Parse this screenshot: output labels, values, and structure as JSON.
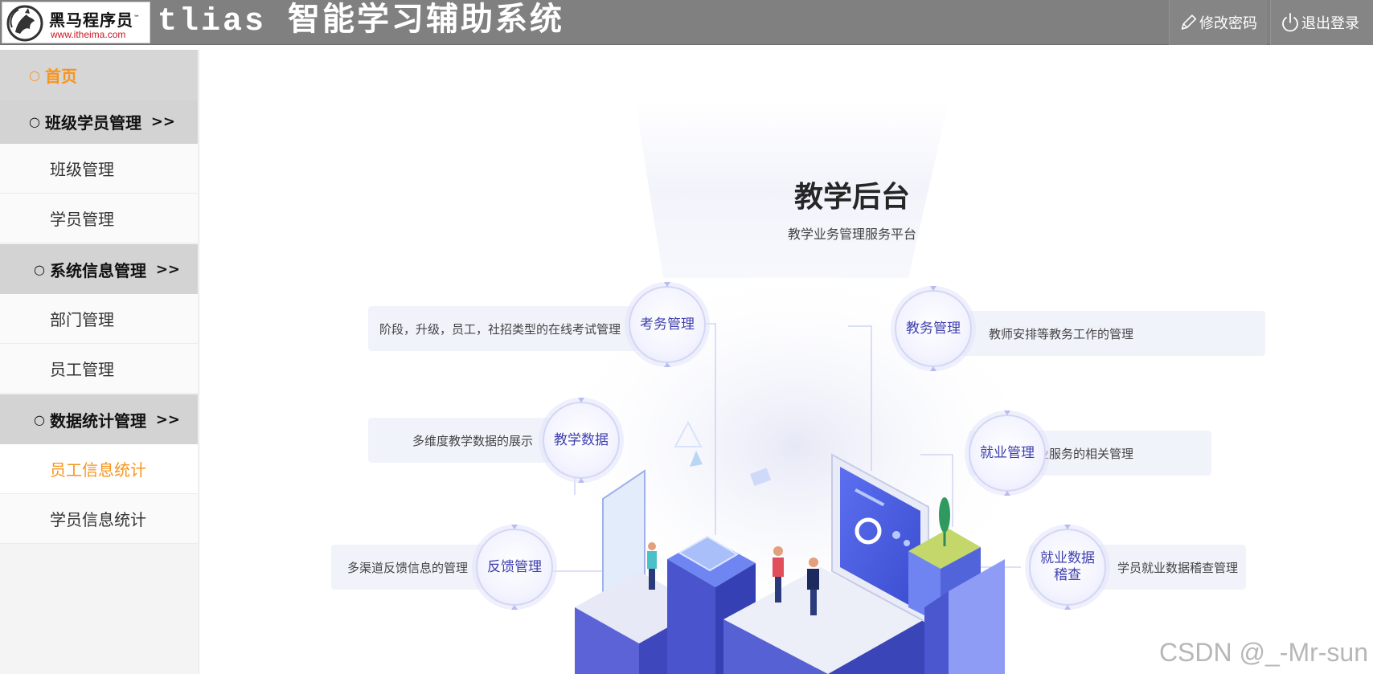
{
  "header": {
    "logo_brand": "黑马程序员",
    "logo_tm": "™",
    "logo_url": "www.itheima.com",
    "title": "tlias 智能学习辅助系统",
    "change_password": "修改密码",
    "logout": "退出登录"
  },
  "sidebar": {
    "home": "首页",
    "groups": [
      {
        "label": "班级学员管理",
        "arrow": ">>",
        "items": [
          "班级管理",
          "学员管理"
        ]
      },
      {
        "label": "系统信息管理",
        "arrow": ">>",
        "items": [
          "部门管理",
          "员工管理"
        ]
      },
      {
        "label": "数据统计管理",
        "arrow": ">>",
        "items": [
          "员工信息统计",
          "学员信息统计"
        ]
      }
    ],
    "bullet": "○",
    "active_item": "员工信息统计"
  },
  "hero": {
    "title": "教学后台",
    "subtitle": "教学业务管理服务平台",
    "modules": [
      {
        "name": "考务管理",
        "desc": "阶段，升级，员工，社招类型的在线考试管理"
      },
      {
        "name": "教务管理",
        "desc": "教师安排等教务工作的管理"
      },
      {
        "name": "教学数据",
        "desc": "多维度教学数据的展示"
      },
      {
        "name": "就业管理",
        "desc": "就业服务的相关管理"
      },
      {
        "name": "反馈管理",
        "desc": "多渠道反馈信息的管理"
      },
      {
        "name": "就业数据稽查",
        "name_line1": "就业数据",
        "name_line2": "稽查",
        "desc": "学员就业数据稽查管理"
      }
    ]
  },
  "watermark": "CSDN @_-Mr-sun",
  "colors": {
    "header_bg": "#808080",
    "accent_orange": "#f7941d",
    "group_bg": "#d3d3d3",
    "module_blue": "#3f3fae",
    "card_bg": "#f1f3fb"
  },
  "icons": {
    "change_password": "pencil-icon",
    "logout": "power-icon",
    "logo": "horse-logo-icon"
  }
}
